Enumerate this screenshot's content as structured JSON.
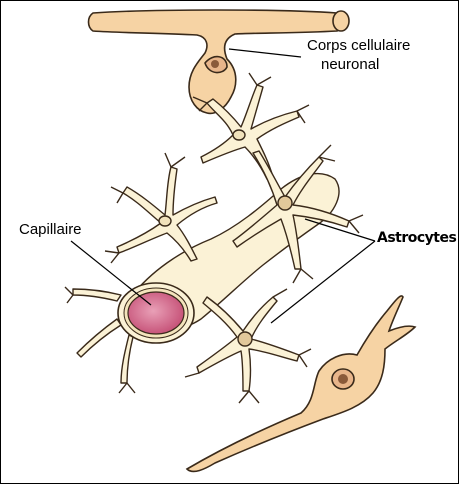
{
  "labels": {
    "neuron_line1": "Corps cellulaire",
    "neuron_line2": "neuronal",
    "capillary": "Capillaire",
    "astrocytes": "Astrocytes"
  },
  "colors": {
    "cell_fill": "#fbf2d6",
    "neuron_fill": "#f6d3a4",
    "vessel_fill": "#d9678a",
    "outline": "#3a2a1a"
  }
}
